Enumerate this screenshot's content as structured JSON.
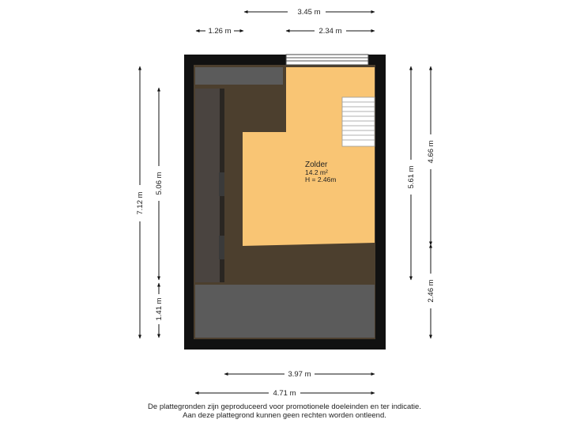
{
  "room": {
    "name": "Zolder",
    "area": "14.2 m²",
    "height": "H = 2.46m"
  },
  "dimensions": {
    "top_total": "3.45 m",
    "top_left": "1.26 m",
    "top_right": "2.34 m",
    "left_total": "7.12 m",
    "left_upper": "5.06 m",
    "left_lower": "1.41 m",
    "right_inner": "5.61 m",
    "right_upper": "4.66 m",
    "right_lower": "2.46 m",
    "bottom_inner": "3.97 m",
    "bottom_outer": "4.71 m"
  },
  "disclaimer": {
    "line1": "De plattegronden zijn geproduceerd voor promotionele doeleinden en ter indicatie.",
    "line2": "Aan deze plattegrond kunnen geen rechten worden ontleend."
  },
  "colors": {
    "wall": "#111111",
    "floor": "#f9c574",
    "low_ceiling": "#4c3f2e",
    "storage": "#5b5b5b",
    "cabinet": "#4a4a4a"
  }
}
